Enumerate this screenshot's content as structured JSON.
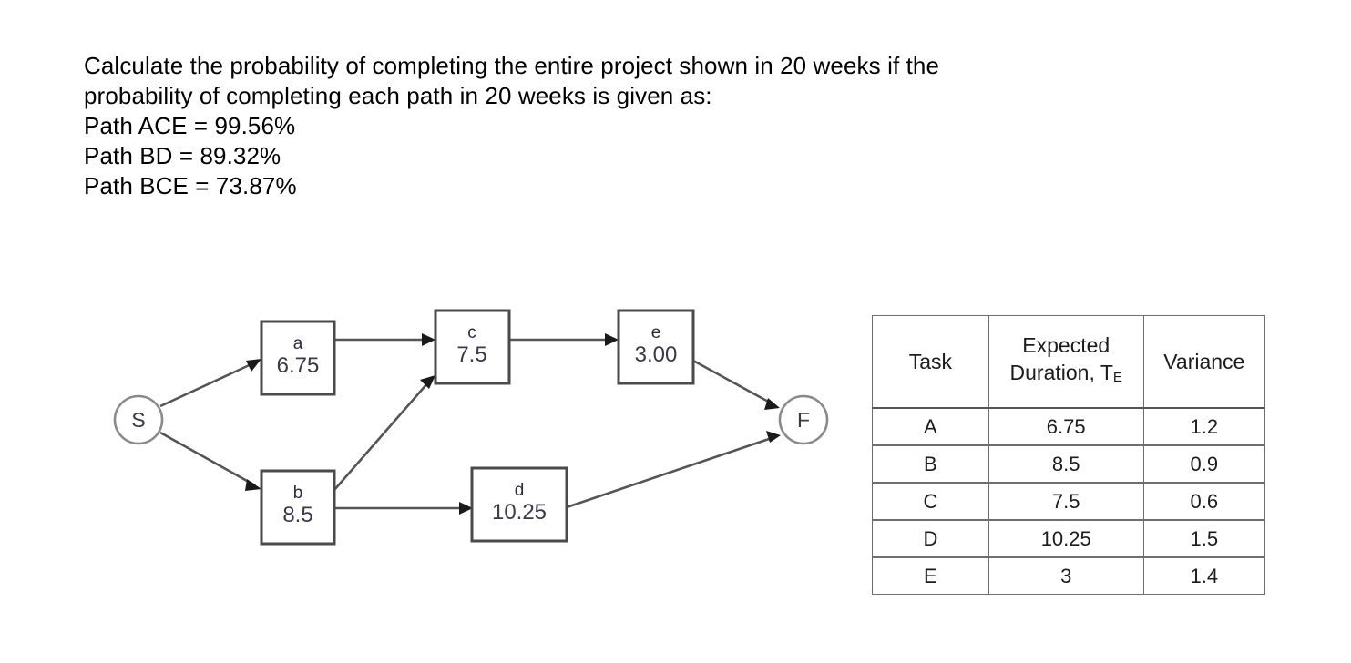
{
  "question": {
    "prompt_line1": "Calculate the probability of completing the entire project shown in 20 weeks if the",
    "prompt_line2": "probability of completing each path in 20 weeks is given as:",
    "paths": [
      "Path ACE = 99.56%",
      "Path BD = 89.32%",
      "Path BCE = 73.87%"
    ]
  },
  "diagram": {
    "start_node_label": "S",
    "finish_node_label": "F",
    "nodes": [
      {
        "id": "a",
        "label": "a",
        "duration": "6.75"
      },
      {
        "id": "b",
        "label": "b",
        "duration": "8.5"
      },
      {
        "id": "c",
        "label": "c",
        "duration": "7.5"
      },
      {
        "id": "d",
        "label": "d",
        "duration": "10.25"
      },
      {
        "id": "e",
        "label": "e",
        "duration": "3.00"
      }
    ],
    "edges": [
      {
        "from": "S",
        "to": "a"
      },
      {
        "from": "S",
        "to": "b"
      },
      {
        "from": "a",
        "to": "c"
      },
      {
        "from": "b",
        "to": "c"
      },
      {
        "from": "b",
        "to": "d"
      },
      {
        "from": "c",
        "to": "e"
      },
      {
        "from": "e",
        "to": "F"
      },
      {
        "from": "d",
        "to": "F"
      }
    ]
  },
  "table": {
    "headers": {
      "task": "Task",
      "duration_line1": "Expected",
      "duration_line2": "Duration, T",
      "duration_sub": "E",
      "variance": "Variance"
    },
    "rows": [
      {
        "task": "A",
        "duration": "6.75",
        "variance": "1.2"
      },
      {
        "task": "B",
        "duration": "8.5",
        "variance": "0.9"
      },
      {
        "task": "C",
        "duration": "7.5",
        "variance": "0.6"
      },
      {
        "task": "D",
        "duration": "10.25",
        "variance": "1.5"
      },
      {
        "task": "E",
        "duration": "3",
        "variance": "1.4"
      }
    ]
  },
  "colors": {
    "background": "#ffffff",
    "text": "#000000",
    "box_stroke": "#4a4a4a",
    "circle_stroke": "#8a8a8a",
    "edge_stroke": "#555555",
    "table_border": "#6e6e6e"
  }
}
